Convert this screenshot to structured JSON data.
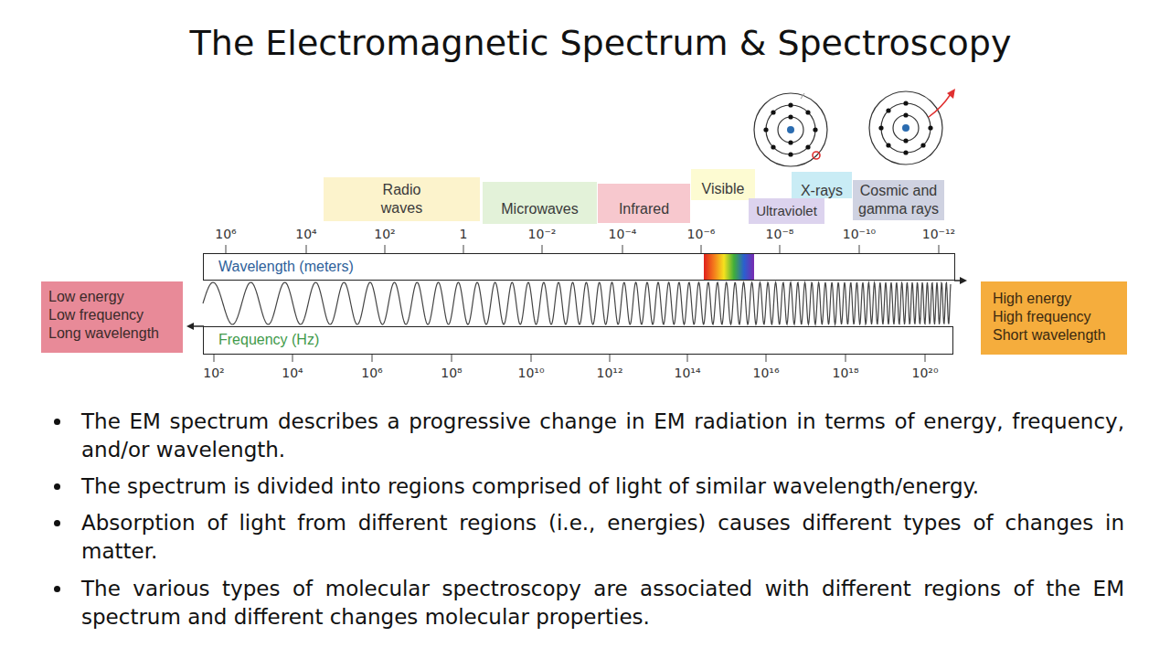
{
  "diagram": {
    "title": "The Electromagnetic Spectrum & Spectroscopy",
    "nodes": [
      {
        "text": [
          "Radio waves"
        ]
      },
      {
        "text": [
          "Microwaves"
        ]
      },
      {
        "text": [
          "Infrared"
        ]
      },
      {
        "text": [
          "Visible"
        ]
      },
      {
        "text": [
          "Ultraviolet"
        ]
      },
      {
        "text": [
          "X-rays"
        ]
      },
      {
        "text": [
          "Cosmic and gamma rays"
        ]
      },
      {
        "text": [
          "Low energy",
          "Low frequency",
          "Long wavelength"
        ]
      },
      {
        "text": [
          "Wavelength (meters)"
        ]
      },
      {
        "text": [
          "Frequency (Hz)"
        ]
      },
      {
        "text": [
          "High energy",
          "High frequency",
          "Short wavelength"
        ]
      }
    ],
    "labels": [
      "10⁶",
      "10⁴",
      "10²",
      "1",
      "10⁻²",
      "10⁻⁴",
      "10⁻⁶",
      "10⁻⁸",
      "10⁻¹⁰",
      "10⁻¹²",
      "10²",
      "10⁴",
      "10⁶",
      "10⁸",
      "10¹⁰",
      "10¹²",
      "10¹⁴",
      "10¹⁶",
      "10¹⁸",
      "10²⁰",
      "The EM spectrum describes a progressive change in EM radiation in terms of energy, frequency, and/or wavelength.",
      "The spectrum is divided into regions comprised of light of similar wavelength/energy.",
      "Absorption of light from different regions (i.e., energies) causes different types of changes in matter.",
      "The various types of molecular spectroscopy are associated with different regions of the EM spectrum and different changes molecular properties."
    ]
  }
}
